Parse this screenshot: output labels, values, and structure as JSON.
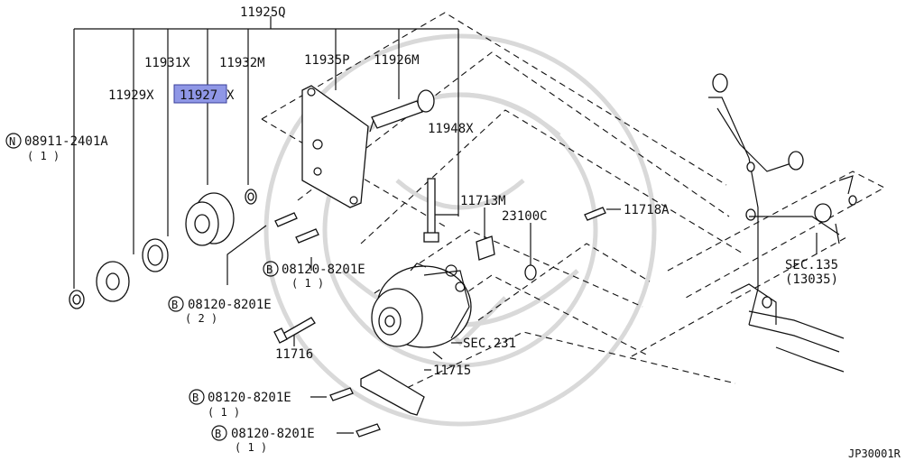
{
  "diagram": {
    "reference_code": "JP30001R",
    "highlighted_part": "11927X",
    "labels": {
      "p11925Q": "11925Q",
      "p11931X": "11931X",
      "p11932M": "11932M",
      "p11929X": "11929X",
      "p11927X_num": "11927",
      "p11927X_suffix": "X",
      "p11935P": "11935P",
      "p11926M": "11926M",
      "p11948X": "11948X",
      "p08911": "08911-2401A",
      "p08911_qty": "( 1 )",
      "p08911_prefix": "N",
      "p11713M": "11713M",
      "p23100C": "23100C",
      "p11718A": "11718A",
      "bolt_a": "08120-8201E",
      "bolt_a_qty": "( 1 )",
      "bolt_a_prefix": "B",
      "bolt_b": "08120-8201E",
      "bolt_b_qty": "( 2 )",
      "bolt_b_prefix": "B",
      "p11716": "11716",
      "sec231": "SEC.231",
      "p11715": "11715",
      "bolt_c": "08120-8201E",
      "bolt_c_qty": "( 1 )",
      "bolt_c_prefix": "B",
      "bolt_d": "08120-8201E",
      "bolt_d_qty": "( 1 )",
      "bolt_d_prefix": "B",
      "sec135": "SEC.135",
      "sec135_sub": "(13035)"
    }
  }
}
